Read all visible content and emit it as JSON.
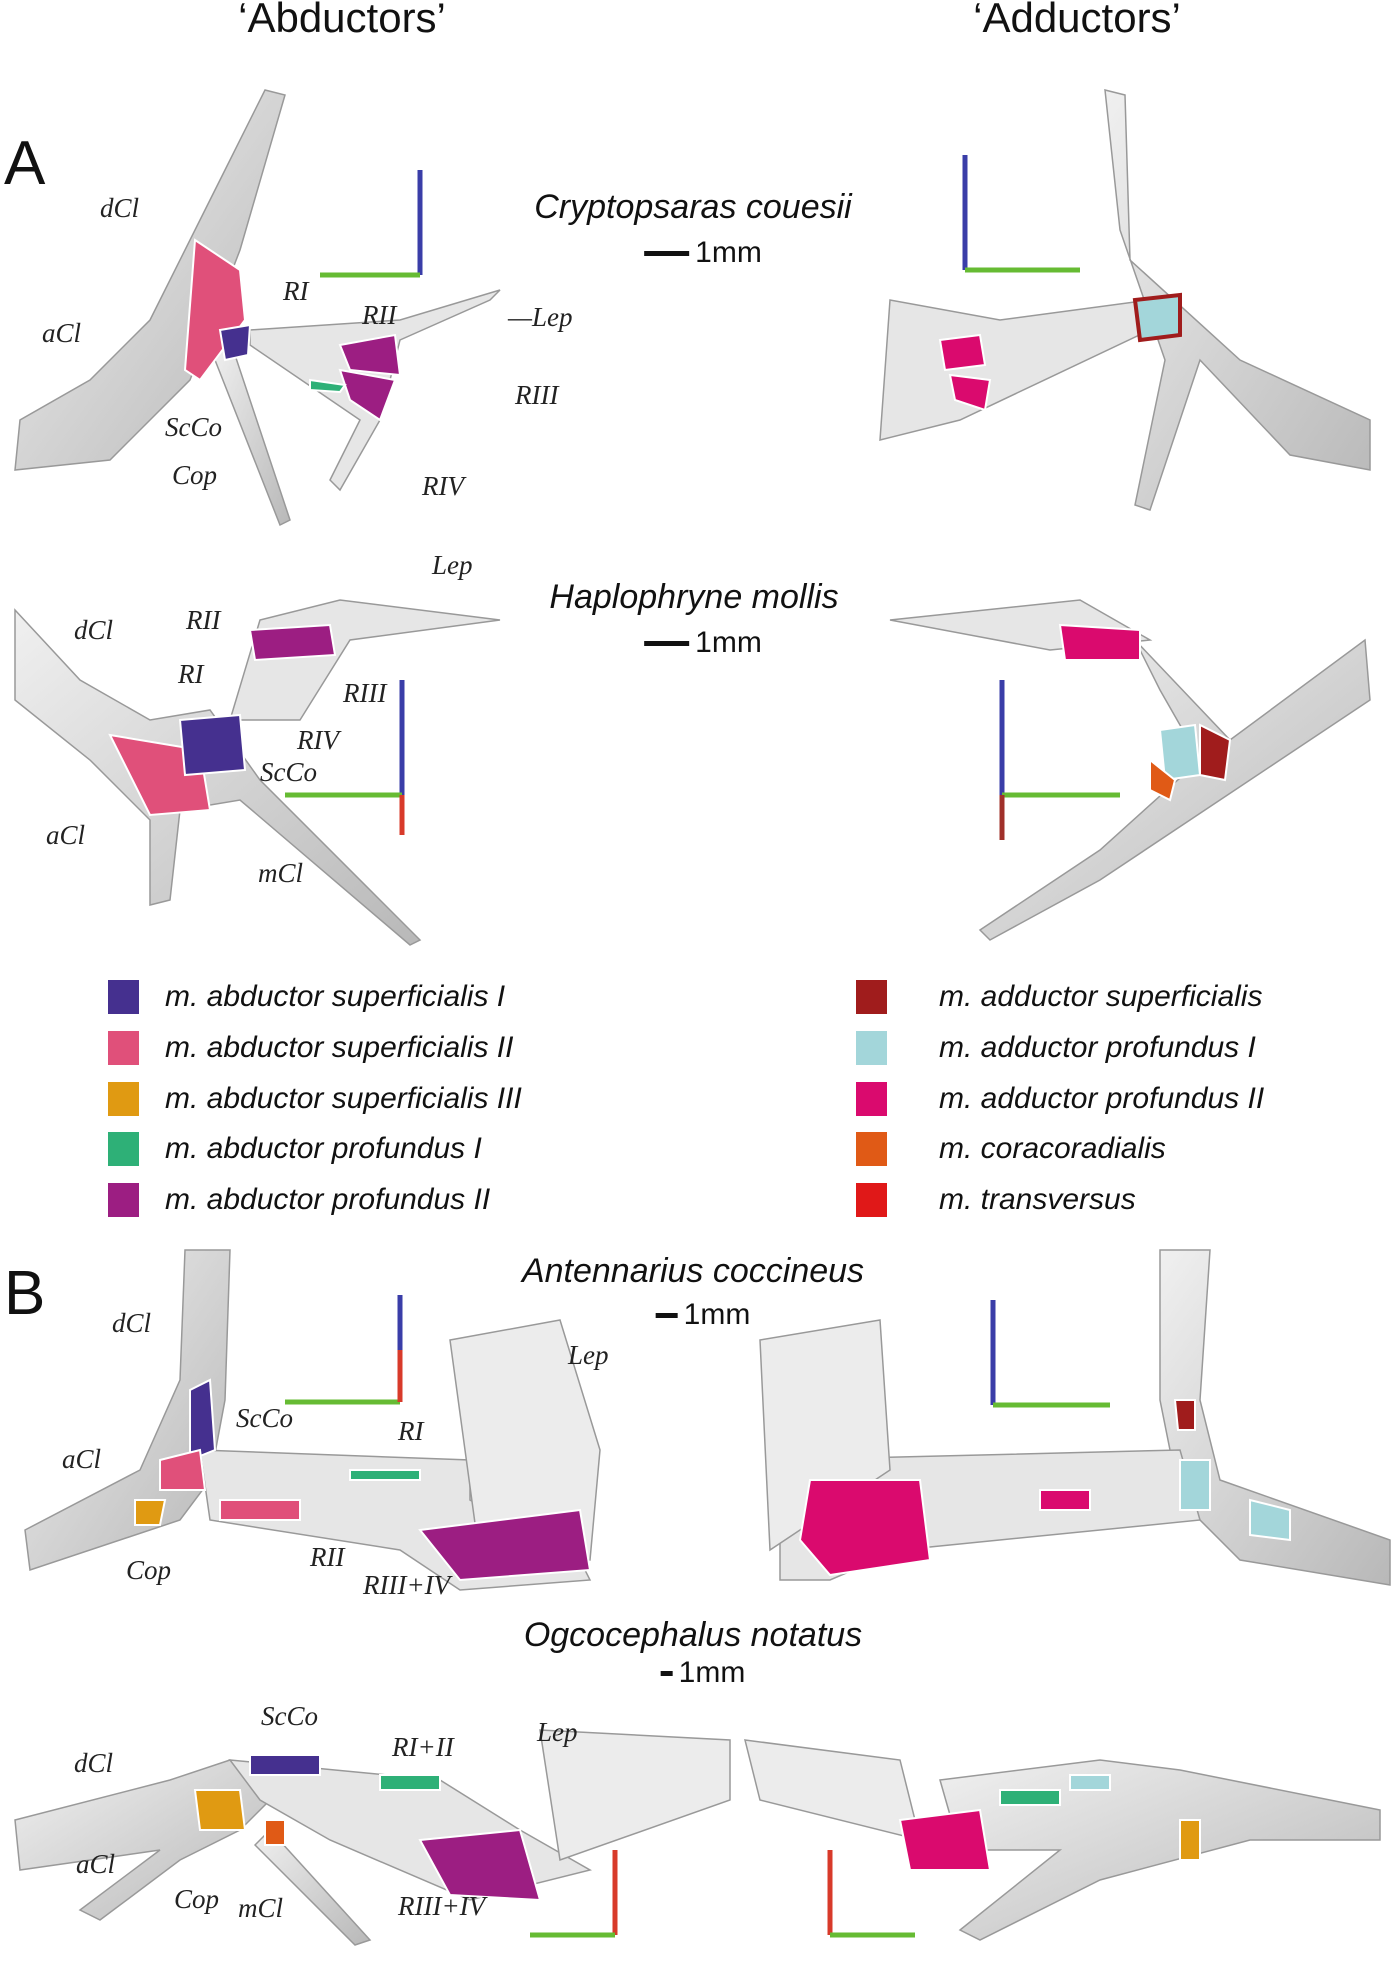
{
  "columns": {
    "left": "‘Abductors’",
    "right": "‘Adductors’"
  },
  "panels": {
    "a": "A",
    "b": "B"
  },
  "species": [
    {
      "name": "Cryptopsaras couesii",
      "scale": "1mm"
    },
    {
      "name": "Haplophryne mollis",
      "scale": "1mm"
    },
    {
      "name": "Antennarius coccineus",
      "scale": "1mm"
    },
    {
      "name": "Ogcocephalus notatus",
      "scale": "1mm"
    }
  ],
  "labels": {
    "crypto": [
      "dCl",
      "aCl",
      "RI",
      "RII",
      "—Lep",
      "RIII",
      "ScCo",
      "Cop",
      "RIV"
    ],
    "haplo": [
      "Lep",
      "dCl",
      "RII",
      "RI",
      "RIII",
      "RIV",
      "ScCo",
      "aCl",
      "mCl"
    ],
    "antenn": [
      "dCl",
      "Lep",
      "ScCo",
      "RI",
      "aCl",
      "Cop",
      "RII",
      "RIII+IV"
    ],
    "ogco": [
      "ScCo",
      "RI+II",
      "Lep",
      "dCl",
      "aCl",
      "Cop",
      "mCl",
      "RIII+IV"
    ]
  },
  "legend": {
    "abductors": [
      {
        "label": "m. abductor superficialis I",
        "color": "#45308f"
      },
      {
        "label": "m. abductor superficialis II",
        "color": "#e0507a"
      },
      {
        "label": "m. abductor superficialis III",
        "color": "#e09a12"
      },
      {
        "label": "m. abductor profundus I",
        "color": "#2eb077"
      },
      {
        "label": "m. abductor profundus II",
        "color": "#9c1e82"
      }
    ],
    "adductors": [
      {
        "label": "m. adductor superficialis",
        "color": "#a01c1c"
      },
      {
        "label": "m. adductor profundus I",
        "color": "#a3d6da"
      },
      {
        "label": "m. adductor profundus II",
        "color": "#da0a6e"
      },
      {
        "label": "m. coracoradialis",
        "color": "#e05a16"
      },
      {
        "label": "m. transversus",
        "color": "#e01818"
      }
    ]
  }
}
